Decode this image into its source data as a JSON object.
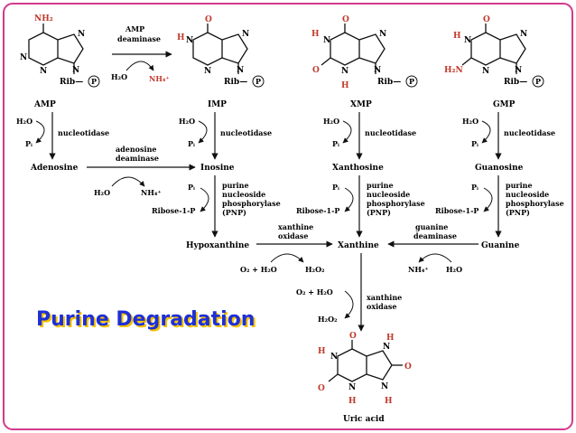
{
  "title": "Purine Degradation",
  "colors": {
    "title": "#1f2fd6",
    "title_shadow": "#f2c200",
    "heteroatom": "#c0392b",
    "frame": "#d23a8c",
    "ink": "#111111"
  },
  "compounds": {
    "amp": "AMP",
    "imp": "IMP",
    "xmp": "XMP",
    "gmp": "GMP",
    "adenosine": "Adenosine",
    "inosine": "Inosine",
    "xanthosine": "Xanthosine",
    "guanosine": "Guanosine",
    "hypoxanthine": "Hypoxanthine",
    "xanthine": "Xanthine",
    "guanine": "Guanine",
    "uric_acid": "Uric acid"
  },
  "enzymes": {
    "amp_deaminase": [
      "AMP",
      "deaminase"
    ],
    "nucleotidase": "nucleotidase",
    "adenosine_deaminase": [
      "adenosine",
      "deaminase"
    ],
    "pnp": [
      "purine",
      "nucleoside",
      "phosphorylase",
      "(PNP)"
    ],
    "xanthine_oxidase": [
      "xanthine",
      "oxidase"
    ],
    "guanine_deaminase": [
      "guanine",
      "deaminase"
    ]
  },
  "reagents": {
    "h2o": "H₂O",
    "pi": "Pᵢ",
    "nh4": "NH₄⁺",
    "ribose1p": "Ribose-1-P",
    "o2_h2o": "O₂ + H₂O",
    "h2o2": "H₂O₂",
    "rib": "Rib—",
    "p": "P"
  },
  "atoms": {
    "N": "N",
    "H": "H",
    "O": "O",
    "NH2": "NH₂",
    "H2N": "H₂N"
  }
}
